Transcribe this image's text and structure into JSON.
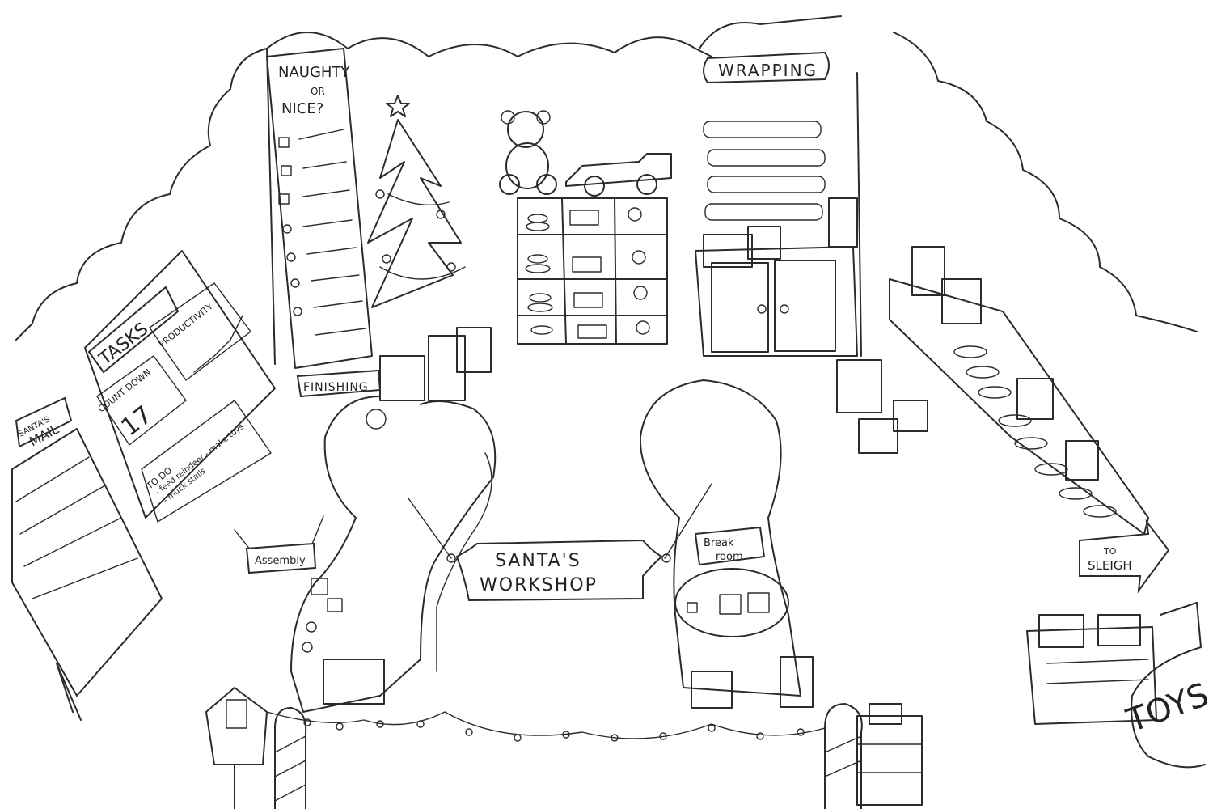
{
  "signs": {
    "naughty_line1": "NAUGHTY",
    "naughty_line2": "OR",
    "naughty_line3": "NICE?",
    "wrapping": "WRAPPING",
    "tasks": "TASKS",
    "productivity": "PRODUCTIVITY",
    "count_down": "COUNT DOWN",
    "count_value": "17",
    "todo_line1": "TO DO",
    "todo_line2": "- feed reindeer - make toys",
    "todo_line3": "- muck stalls",
    "santas_mail_line1": "SANTA'S",
    "santas_mail_line2": "MAIL",
    "finishing": "FINISHING",
    "assembly": "Assembly",
    "santas_workshop_line1": "SANTA'S",
    "santas_workshop_line2": "WORKSHOP",
    "break_room_line1": "Break",
    "break_room_line2": "room",
    "to_sleigh_line1": "TO",
    "to_sleigh_line2": "SLEIGH",
    "toys": "TOYS"
  },
  "ink_color": "#2b2b2b",
  "paper_color": "#ffffff"
}
